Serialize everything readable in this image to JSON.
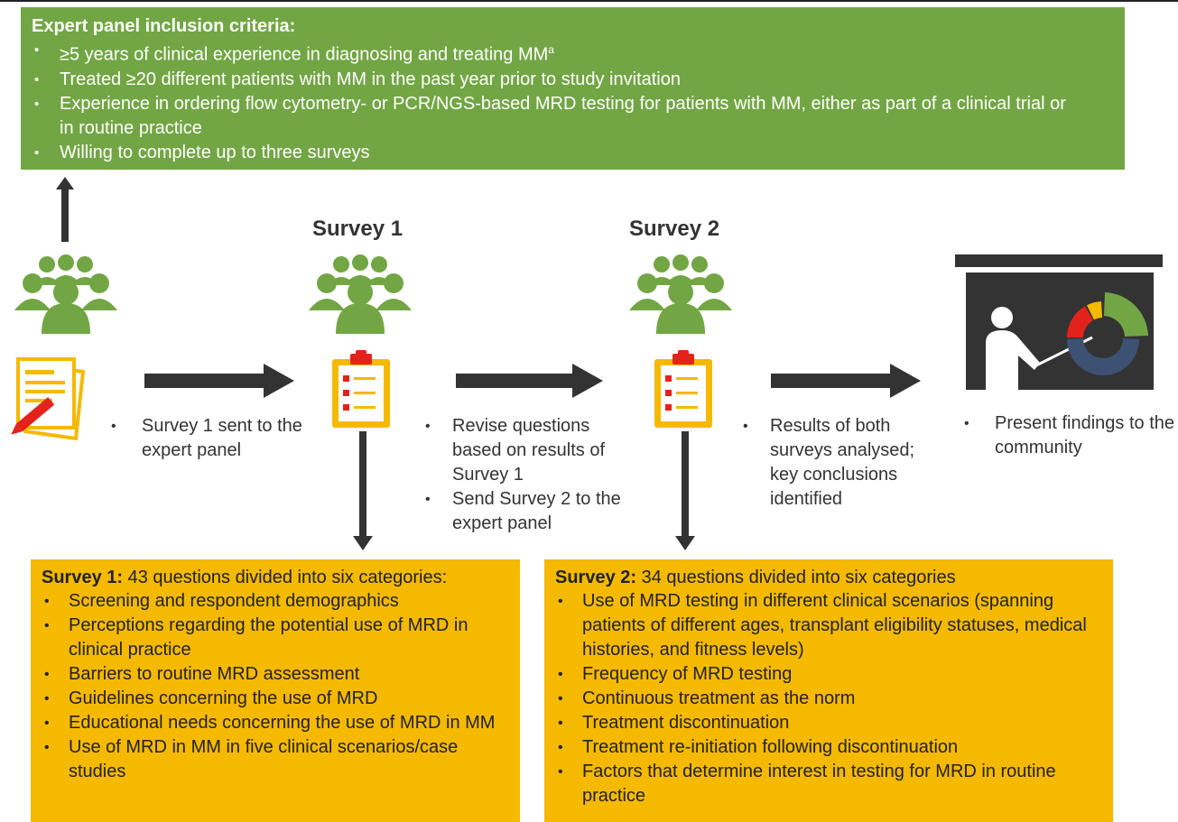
{
  "criteria": {
    "title": "Expert panel inclusion criteria:",
    "items": [
      "≥5 years of clinical experience in diagnosing and treating MM",
      "Treated ≥20 different patients with MM in the past year prior to study invitation",
      "Experience in ordering flow cytometry- or PCR/NGS-based MRD testing for patients with MM, either as part of a clinical trial or in routine practice",
      "Willing to complete up to three surveys"
    ],
    "superscript": "a"
  },
  "headings": {
    "survey1": "Survey 1",
    "survey2": "Survey 2"
  },
  "steps": {
    "send1": [
      "Survey 1 sent to the expert panel"
    ],
    "revise": [
      "Revise questions based on results of Survey 1",
      "Send Survey 2 to the expert panel"
    ],
    "analyse": [
      "Results of both surveys analysed; key conclusions identified"
    ],
    "present": [
      "Present findings to the community"
    ]
  },
  "survey1_box": {
    "title_bold": "Survey 1:",
    "title_rest": " 43 questions divided into six categories:",
    "items": [
      "Screening and respondent demographics",
      "Perceptions regarding the potential use of MRD in clinical practice",
      "Barriers to routine MRD assessment",
      "Guidelines concerning the use of MRD",
      "Educational needs concerning the use of MRD in MM",
      "Use of MRD in MM in five clinical scenarios/case studies"
    ]
  },
  "survey2_box": {
    "title_bold": "Survey 2:",
    "title_rest": " 34 questions divided into six categories",
    "items": [
      "Use of MRD testing in different clinical scenarios (spanning patients of different ages, transplant eligibility statuses, medical histories, and fitness levels)",
      "Frequency of MRD testing",
      "Continuous treatment as the norm",
      "Treatment discontinuation",
      "Treatment re-initiation following discontinuation",
      "Factors that determine interest in testing for MRD in routine practice"
    ]
  },
  "colors": {
    "green": "#72a644",
    "orange": "#f5b900",
    "arrow": "#333333",
    "red": "#e3231b",
    "chart_blue": "#3d5173"
  },
  "icons": [
    "group-icon",
    "document-pencil-icon",
    "clipboard-icon",
    "presenter-icon",
    "arrow-right-icon",
    "arrow-up-icon",
    "arrow-down-icon"
  ]
}
